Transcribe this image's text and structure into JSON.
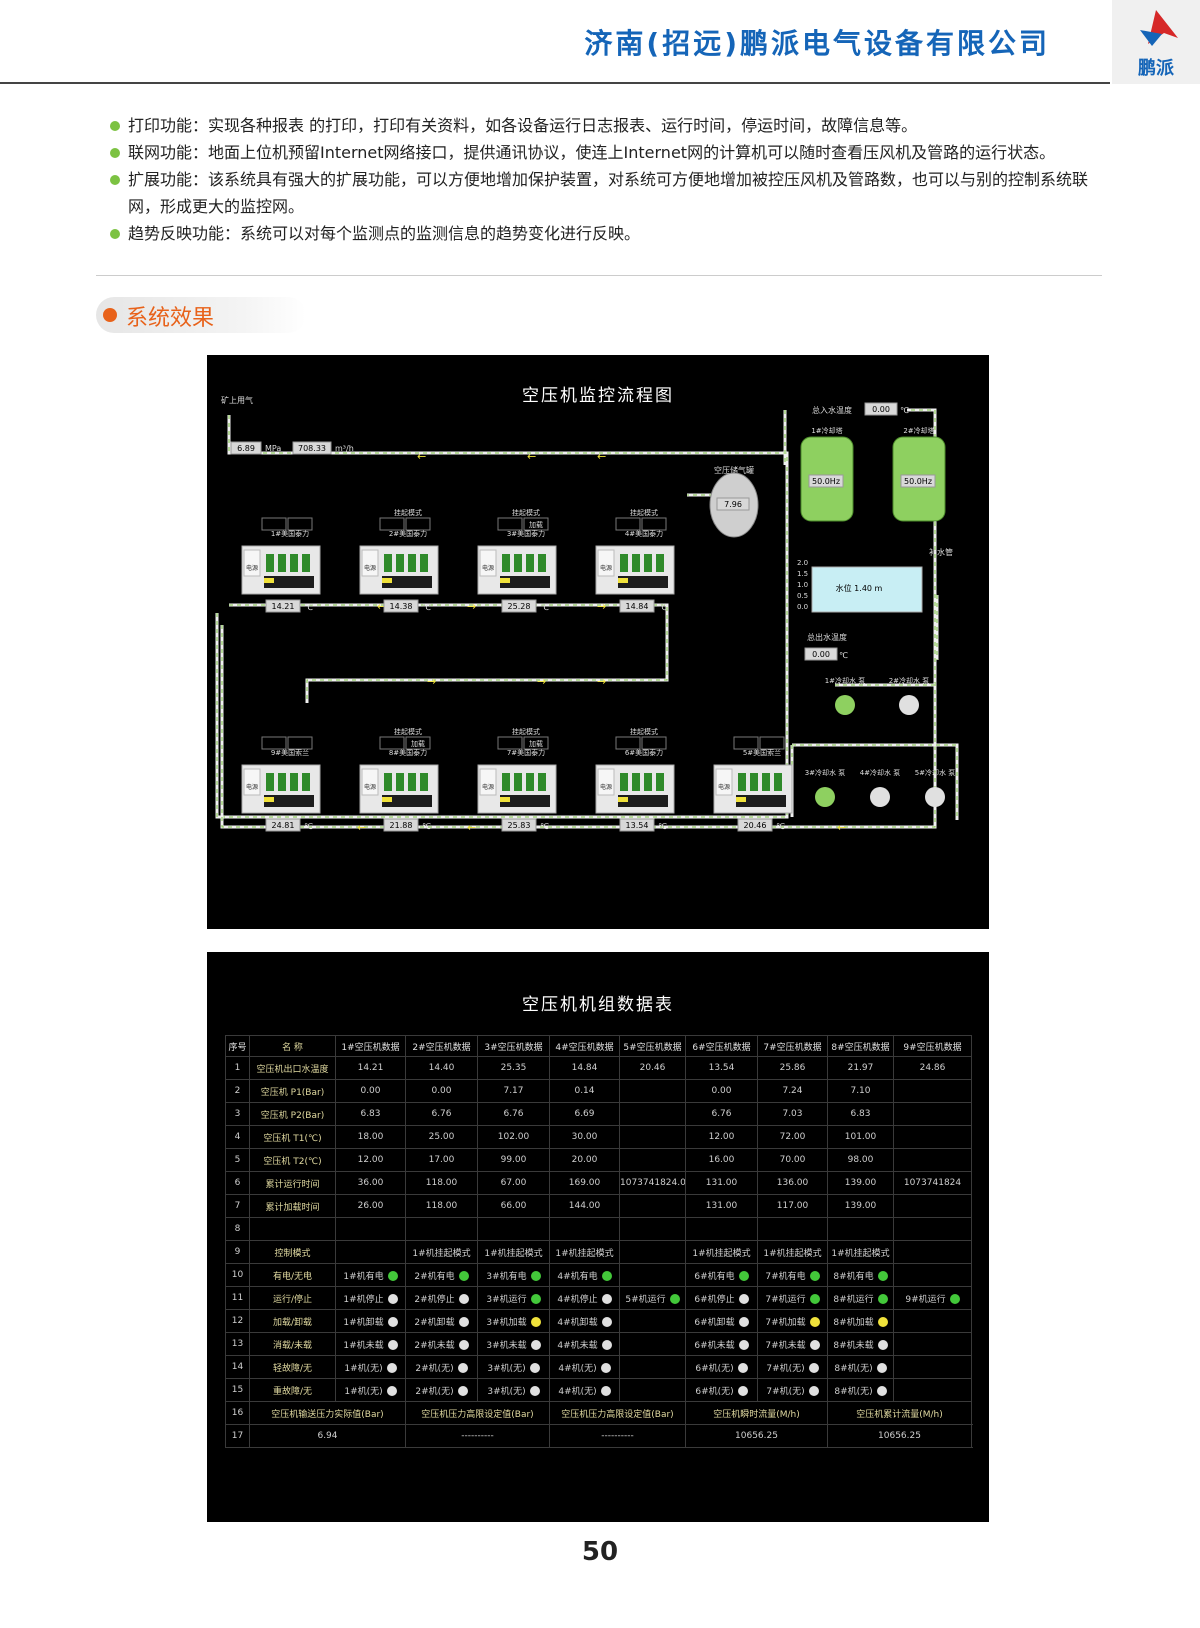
{
  "header": {
    "company": "济南(招远)鹏派电气设备有限公司",
    "logo_text": "鹏派"
  },
  "bullets": [
    "打印功能：实现各种报表 的打印，打印有关资料，如各设备运行日志报表、运行时间，停运时间，故障信息等。",
    "联网功能：地面上位机预留Internet网络接口，提供通讯协议，使连上Internet网的计算机可以随时查看压风机及管路的运行状态。",
    "扩展功能：该系统具有强大的扩展功能，可以方便地增加保护装置，对系统可方便地增加被控压风机及管路数，也可以与别的控制系统联网，形成更大的监控网。",
    "趋势反映功能：系统可以对每个监测点的监测信息的趋势变化进行反映。"
  ],
  "section_title": "系统效果",
  "flow": {
    "title": "空压机监控流程图",
    "mine_label": "矿上用气",
    "pressure": "6.89",
    "pressure_unit": "MPa",
    "flow": "708.33",
    "flow_unit": "m³/h",
    "tank_label": "空压储气罐",
    "tank_value": "7.96",
    "inlet_label": "总入水温度",
    "inlet_value": "0.00",
    "outlet_label": "总出水温度",
    "outlet_value": "0.00",
    "tower1": "1#冷却塔",
    "tower2": "2#冷却塔",
    "tower_hz1": "50.0Hz",
    "tower_hz2": "50.0Hz",
    "level": "水位 1.40 m",
    "makeup": "补水管",
    "level_ticks": [
      "2.0",
      "1.5",
      "1.0",
      "0.5",
      "0.0"
    ],
    "pumps_top": [
      "1#冷却水 泵",
      "2#冷却水 泵"
    ],
    "pumps_bottom": [
      "3#冷却水 泵",
      "4#冷却水 泵",
      "5#冷却水 泵"
    ],
    "unit": "℃",
    "top_units": [
      {
        "mode": "",
        "load": "",
        "name": "1#美国泰力",
        "temp": "14.21"
      },
      {
        "mode": "挂起模式",
        "load": "",
        "name": "2#美国泰力",
        "temp": "14.38"
      },
      {
        "mode": "挂起模式",
        "load": "加载",
        "name": "3#美国泰力",
        "temp": "25.28"
      },
      {
        "mode": "挂起模式",
        "load": "",
        "name": "4#美国泰力",
        "temp": "14.84"
      }
    ],
    "bottom_units": [
      {
        "mode": "",
        "load": "",
        "name": "9#美国索兰",
        "temp": "24.81"
      },
      {
        "mode": "挂起模式",
        "load": "加载",
        "name": "8#美国泰力",
        "temp": "21.88"
      },
      {
        "mode": "挂起模式",
        "load": "加载",
        "name": "7#美国泰力",
        "temp": "25.83"
      },
      {
        "mode": "挂起模式",
        "load": "",
        "name": "6#美国泰力",
        "temp": "13.54"
      },
      {
        "mode": "",
        "load": "",
        "name": "5#美国索兰",
        "temp": "20.46"
      }
    ],
    "machine_label": "电源"
  },
  "table": {
    "title": "空压机机组数据表",
    "headers": [
      "序号",
      "名 称",
      "1#空压机数据",
      "2#空压机数据",
      "3#空压机数据",
      "4#空压机数据",
      "5#空压机数据",
      "6#空压机数据",
      "7#空压机数据",
      "8#空压机数据",
      "9#空压机数据"
    ],
    "rows": [
      {
        "no": "1",
        "name": "空压机出口水温度",
        "cells": [
          "14.21",
          "14.40",
          "25.35",
          "14.84",
          "20.46",
          "13.54",
          "25.86",
          "21.97",
          "24.86"
        ]
      },
      {
        "no": "2",
        "name": "空压机 P1(Bar)",
        "cells": [
          "0.00",
          "0.00",
          "7.17",
          "0.14",
          "",
          "0.00",
          "7.24",
          "7.10",
          ""
        ]
      },
      {
        "no": "3",
        "name": "空压机 P2(Bar)",
        "cells": [
          "6.83",
          "6.76",
          "6.76",
          "6.69",
          "",
          "6.76",
          "7.03",
          "6.83",
          ""
        ]
      },
      {
        "no": "4",
        "name": "空压机 T1(℃)",
        "cells": [
          "18.00",
          "25.00",
          "102.00",
          "30.00",
          "",
          "12.00",
          "72.00",
          "101.00",
          ""
        ]
      },
      {
        "no": "5",
        "name": "空压机 T2(℃)",
        "cells": [
          "12.00",
          "17.00",
          "99.00",
          "20.00",
          "",
          "16.00",
          "70.00",
          "98.00",
          ""
        ]
      },
      {
        "no": "6",
        "name": "累计运行时间",
        "cells": [
          "36.00",
          "118.00",
          "67.00",
          "169.00",
          "1073741824.00",
          "131.00",
          "136.00",
          "139.00",
          "1073741824"
        ]
      },
      {
        "no": "7",
        "name": "累计加载时间",
        "cells": [
          "26.00",
          "118.00",
          "66.00",
          "144.00",
          "",
          "131.00",
          "117.00",
          "139.00",
          ""
        ]
      },
      {
        "no": "8",
        "name": "",
        "cells": [
          "",
          "",
          "",
          "",
          "",
          "",
          "",
          "",
          ""
        ]
      },
      {
        "no": "9",
        "name": "控制模式",
        "cells": [
          "",
          "1#机挂起模式",
          "1#机挂起模式",
          "1#机挂起模式",
          "",
          "1#机挂起模式",
          "1#机挂起模式",
          "1#机挂起模式",
          ""
        ]
      }
    ],
    "status_rows": [
      {
        "no": "10",
        "name": "有电/无电",
        "cells": [
          [
            "1#机有电",
            "g"
          ],
          [
            "2#机有电",
            "g"
          ],
          [
            "3#机有电",
            "g"
          ],
          [
            "4#机有电",
            "g"
          ],
          [
            "",
            ""
          ],
          [
            "6#机有电",
            "g"
          ],
          [
            "7#机有电",
            "g"
          ],
          [
            "8#机有电",
            "g"
          ],
          [
            "",
            ""
          ]
        ]
      },
      {
        "no": "11",
        "name": "运行/停止",
        "cells": [
          [
            "1#机停止",
            "w"
          ],
          [
            "2#机停止",
            "w"
          ],
          [
            "3#机运行",
            "g"
          ],
          [
            "4#机停止",
            "w"
          ],
          [
            "5#机运行",
            "g"
          ],
          [
            "6#机停止",
            "w"
          ],
          [
            "7#机运行",
            "g"
          ],
          [
            "8#机运行",
            "g"
          ],
          [
            "9#机运行",
            "g"
          ]
        ]
      },
      {
        "no": "12",
        "name": "加载/卸载",
        "cells": [
          [
            "1#机卸载",
            "w"
          ],
          [
            "2#机卸载",
            "w"
          ],
          [
            "3#机加载",
            "y"
          ],
          [
            "4#机卸载",
            "w"
          ],
          [
            "",
            ""
          ],
          [
            "6#机卸载",
            "w"
          ],
          [
            "7#机加载",
            "y"
          ],
          [
            "8#机加载",
            "y"
          ],
          [
            "",
            ""
          ]
        ]
      },
      {
        "no": "13",
        "name": "消载/未载",
        "cells": [
          [
            "1#机未载",
            "w"
          ],
          [
            "2#机未载",
            "w"
          ],
          [
            "3#机未载",
            "w"
          ],
          [
            "4#机未载",
            "w"
          ],
          [
            "",
            ""
          ],
          [
            "6#机未载",
            "w"
          ],
          [
            "7#机未载",
            "w"
          ],
          [
            "8#机未载",
            "w"
          ],
          [
            "",
            ""
          ]
        ]
      },
      {
        "no": "14",
        "name": "轻故障/无",
        "cells": [
          [
            "1#机(无)",
            "w"
          ],
          [
            "2#机(无)",
            "w"
          ],
          [
            "3#机(无)",
            "w"
          ],
          [
            "4#机(无)",
            "w"
          ],
          [
            "",
            ""
          ],
          [
            "6#机(无)",
            "w"
          ],
          [
            "7#机(无)",
            "w"
          ],
          [
            "8#机(无)",
            "w"
          ],
          [
            "",
            ""
          ]
        ]
      },
      {
        "no": "15",
        "name": "重故障/无",
        "cells": [
          [
            "1#机(无)",
            "w"
          ],
          [
            "2#机(无)",
            "w"
          ],
          [
            "3#机(无)",
            "w"
          ],
          [
            "4#机(无)",
            "w"
          ],
          [
            "",
            ""
          ],
          [
            "6#机(无)",
            "w"
          ],
          [
            "7#机(无)",
            "w"
          ],
          [
            "8#机(无)",
            "w"
          ],
          [
            "",
            ""
          ]
        ]
      }
    ],
    "row16": {
      "no": "16",
      "labels": [
        "空压机输送压力实际值(Bar)",
        "空压机压力高限设定值(Bar)",
        "空压机压力高限设定值(Bar)",
        "空压机瞬时流量(M/h)",
        "空压机累计流量(M/h)"
      ]
    },
    "row17": {
      "no": "17",
      "values": [
        "6.94",
        "----------",
        "----------",
        "10656.25",
        "10656.25"
      ]
    }
  },
  "page_number": "50"
}
